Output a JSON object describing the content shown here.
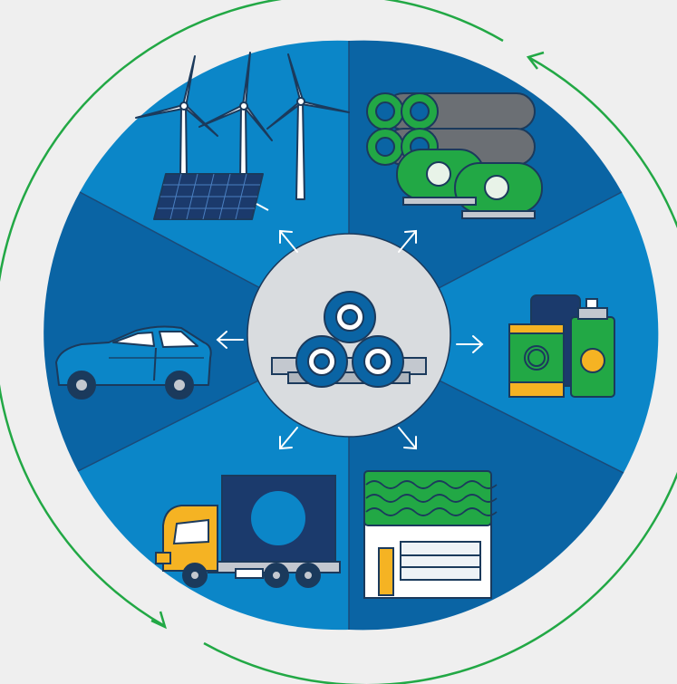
{
  "diagram": {
    "center": {
      "icon": "steel-coils-icon"
    },
    "segments": [
      {
        "name": "renewable-energy",
        "icon": "wind-turbines-solar-panel-icon"
      },
      {
        "name": "pipes-and-tanks",
        "icon": "pipes-and-tanks-icon"
      },
      {
        "name": "packaging-cans",
        "icon": "cans-icon"
      },
      {
        "name": "construction",
        "icon": "building-icon"
      },
      {
        "name": "transport",
        "icon": "truck-icon"
      },
      {
        "name": "automotive",
        "icon": "car-icon"
      }
    ],
    "cycle": "circular-arrows"
  },
  "colors": {
    "background": "#efefef",
    "segment_light": "#0b86c8",
    "segment_dark": "#0a64a4",
    "center_disc": "#d9dcdf",
    "outline": "#1b3a5c",
    "green": "#22a845",
    "yellow": "#f5b323"
  }
}
